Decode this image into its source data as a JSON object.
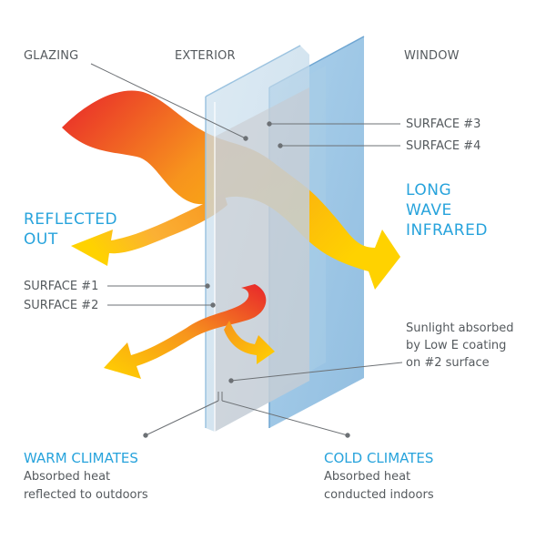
{
  "headers": {
    "glazing": "GLAZING",
    "exterior": "EXTERIOR",
    "window": "WINDOW"
  },
  "surfaces": {
    "s1": "SURFACE #1",
    "s2": "SURFACE #2",
    "s3": "SURFACE #3",
    "s4": "SURFACE #4"
  },
  "callouts": {
    "reflected_line1": "REFLECTED",
    "reflected_line2": "OUT",
    "longwave_line1": "LONG",
    "longwave_line2": "WAVE",
    "longwave_line3": "INFRARED"
  },
  "note": {
    "line1": "Sunlight absorbed",
    "line2": "by Low E coating",
    "line3": "on #2 surface"
  },
  "warm": {
    "title": "WARM CLIMATES",
    "line1": "Absorbed heat",
    "line2": "reflected to outdoors"
  },
  "cold": {
    "title": "COLD CLIMATES",
    "line1": "Absorbed heat",
    "line2": "conducted indoors"
  },
  "colors": {
    "accent_blue": "#27a3dc",
    "label_gray": "#555a5e",
    "glass_blue": "#8fbfe0",
    "arrow_red": "#e8262b",
    "arrow_orange": "#f7941d",
    "arrow_yellow": "#ffd200"
  }
}
